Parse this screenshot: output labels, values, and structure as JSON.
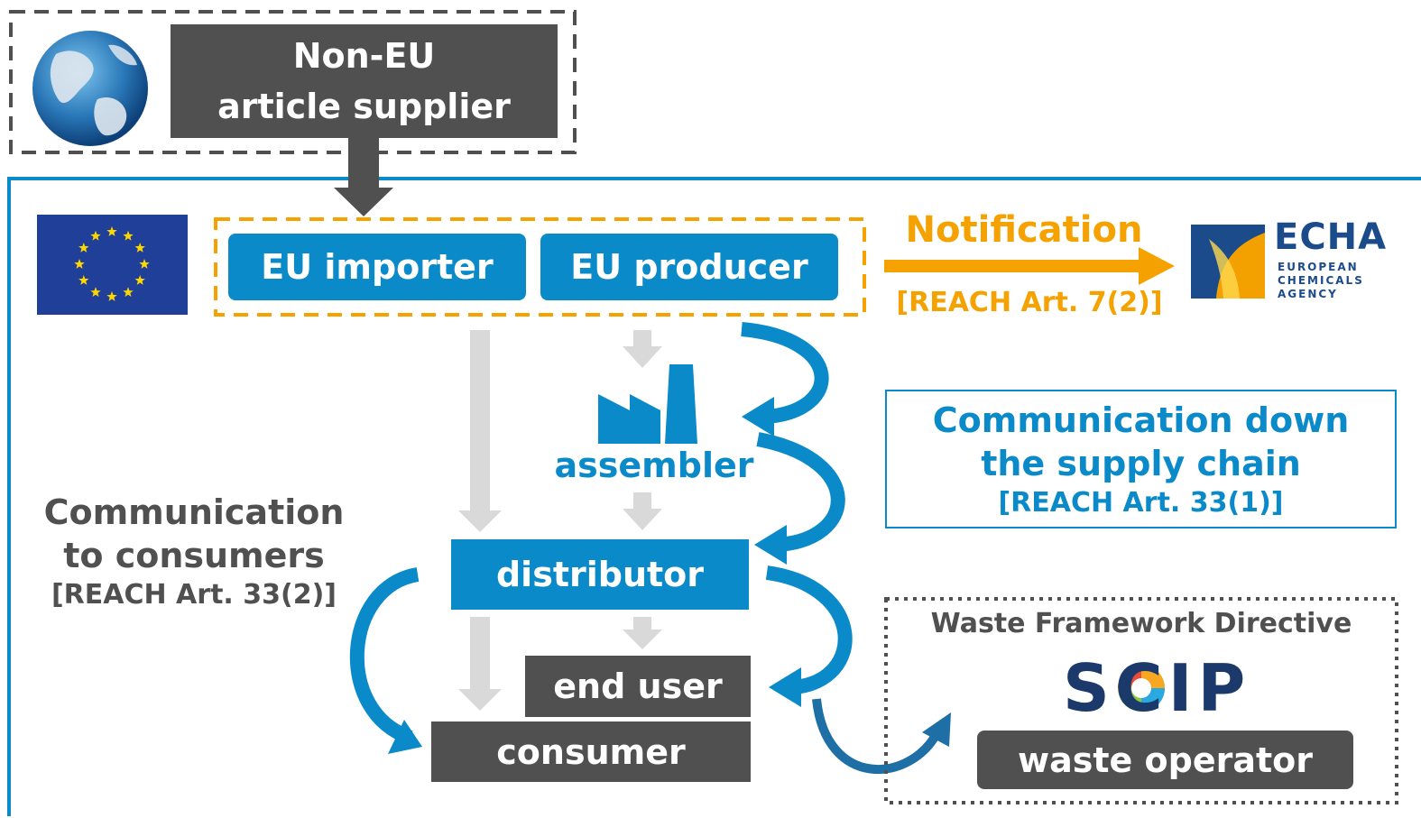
{
  "non_eu": {
    "line1": "Non-EU",
    "line2": "article supplier"
  },
  "eu_importer": "EU importer",
  "eu_producer": "EU producer",
  "notification": {
    "label": "Notification",
    "ref": "[REACH Art. 7(2)]"
  },
  "echa": {
    "name": "ECHA",
    "line1": "EUROPEAN",
    "line2": "CHEMICALS",
    "line3": "AGENCY"
  },
  "assembler": "assembler",
  "distributor": "distributor",
  "end_user": "end user",
  "consumer": "consumer",
  "comm_down": {
    "line1": "Communication down",
    "line2": "the supply chain",
    "ref": "[REACH Art. 33(1)]"
  },
  "comm_consumers": {
    "line1": "Communication",
    "line2": "to consumers",
    "ref": "[REACH Art. 33(2)]"
  },
  "waste": {
    "title": "Waste Framework Directive",
    "scip": "SCIP",
    "operator": "waste operator"
  },
  "colors": {
    "blue": "#0a8ac9",
    "dark": "#505050",
    "orange": "#f5a200",
    "grey_arrow": "#d9d9d9",
    "eu_blue": "#1f3f99",
    "eu_star": "#ffd700"
  }
}
